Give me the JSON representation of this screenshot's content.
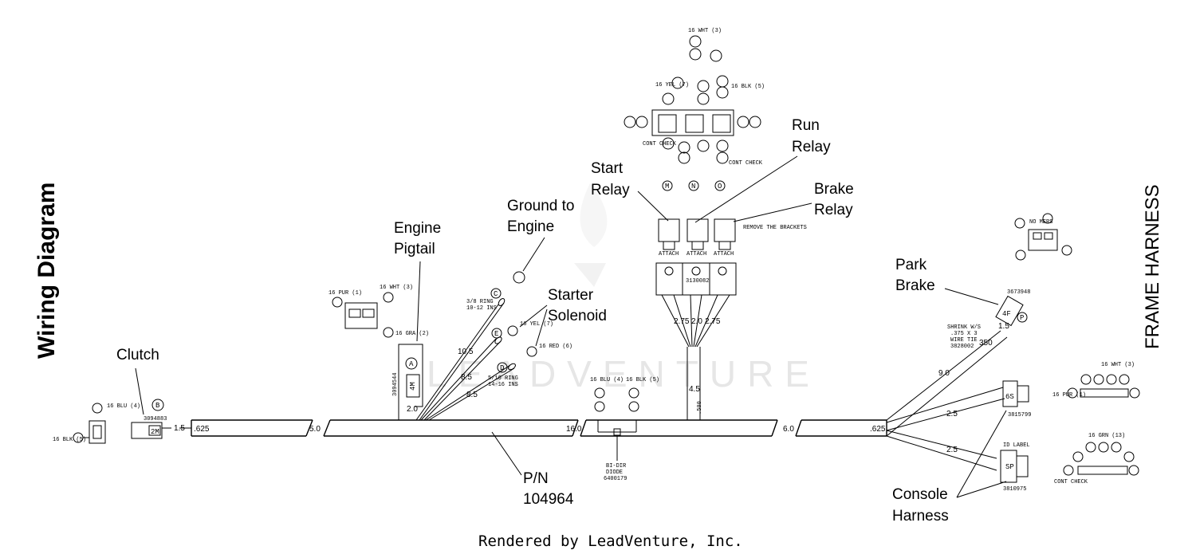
{
  "title": "Wiring Diagram",
  "side_title": "FRAME HARNESS",
  "footer": "Rendered by LeadVenture, Inc.",
  "watermark": "LEADVENTURE",
  "callouts": {
    "clutch": "Clutch",
    "engine_pigtail_1": "Engine",
    "engine_pigtail_2": "Pigtail",
    "ground_1": "Ground to",
    "ground_2": "Engine",
    "starter_1": "Starter",
    "starter_2": "Solenoid",
    "start_relay_1": "Start",
    "start_relay_2": "Relay",
    "run_relay_1": "Run",
    "run_relay_2": "Relay",
    "brake_relay_1": "Brake",
    "brake_relay_2": "Relay",
    "park_1": "Park",
    "park_2": "Brake",
    "pn_1": "P/N",
    "pn_2": "104964",
    "console_1": "Console",
    "console_2": "Harness"
  },
  "dimensions": {
    "d_625a": ".625",
    "d_15": "1.5",
    "d_50": "5.0",
    "d_160": "16.0",
    "d_60": "6.0",
    "d_625b": ".625",
    "d_20": "2.0",
    "d_105": "10.5",
    "d_85a": "8.5",
    "d_85b": "8.5",
    "d_275a": "2.75",
    "d_20b": "2.0",
    "d_275b": "2.75",
    "d_45": "4.5",
    "d_500": ".500",
    "d_90": "9.0",
    "d_25a": "2.5",
    "d_25b": "2.5",
    "d_15b": "1.5",
    "d_350": "350"
  },
  "small_text": {
    "remove_brackets": "REMOVE THE BRACKETS",
    "attach": "ATTACH",
    "ring_38": "3/8 RING",
    "ring_38_ins": "10-12 INS",
    "ring_516": "5/16 RING",
    "ring_516_ins": "14-16 INS",
    "diode_1": "BI-DIR",
    "diode_2": "DIODE",
    "diode_3": "6400179",
    "pn_clutch": "3094883",
    "pn_pigtail": "3094544",
    "pn_relay": "3130082",
    "pn_park": "3673948",
    "pn_6s": "3815799",
    "pn_sp": "3810975",
    "shrink_1": "SHRINK W/S",
    "shrink_2": ".375 X 3",
    "shrink_3": "WIRE TIE",
    "shrink_4": "3828002",
    "id_label": "ID LABEL",
    "cont_check": "CONT CHECK",
    "wire_blu": "16 BLU (4)",
    "wire_blk": "16 BLK (5)",
    "wire_pur": "16 PUR (1)",
    "wire_wht": "16 WHT (3)",
    "wire_gra": "16 GRA (2)",
    "wire_yel": "16 YEL (7)",
    "wire_red": "16 RED (6)",
    "wire_grn": "16 GRN (13)",
    "no_mers": "NO MERS"
  },
  "markers": {
    "B": "B",
    "A": "A",
    "C": "C",
    "E": "E",
    "D": "D",
    "M": "M",
    "N": "N",
    "O": "O",
    "P": "P",
    "m2": "2M",
    "m4": "4M",
    "f4": "4F",
    "s6": "6S",
    "sp": "SP"
  }
}
